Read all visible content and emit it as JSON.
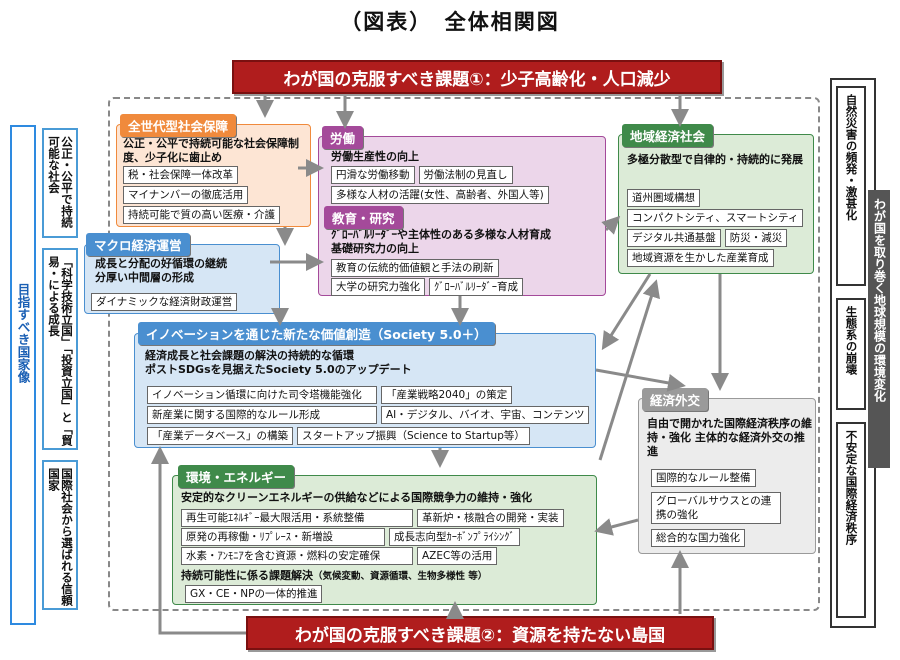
{
  "title": "（図表）　全体相関図",
  "challenge1": "わが国の克服すべき課題①：少子高齢化・人口減少",
  "challenge2": "わが国の克服すべき課題②：資源を持たない島国",
  "left_vertical_label": "目指すべき国家像",
  "left_goals": [
    "公正・公平で持続可能な社会",
    "「科学技術立国」「投資立国」と「貿易・による成長",
    "国際社会から選ばれる信頼国家"
  ],
  "right_vertical_label": "わが国を取り巻く地球規模の環境変化",
  "right_factors": [
    "自然災害の頻発・激甚化",
    "生態系の崩壊",
    "不安定な国際経済秩序"
  ],
  "social_security": {
    "header": "全世代型社会保障",
    "text": "公正・公平で持続可能な社会保障制度、少子化に歯止め",
    "items": [
      "税・社会保障一体改革",
      "マイナンバーの徹底活用",
      "持続可能で質の高い医療・介護"
    ]
  },
  "labor": {
    "header": "労働",
    "text": "労働生産性の向上",
    "items": [
      "円滑な労働移動",
      "労働法制の見直し",
      "多様な人材の活躍(女性、高齢者、外国人等)"
    ]
  },
  "education": {
    "header": "教育・研究",
    "text": "ｸﾞﾛｰﾊﾞﾙﾘｰﾀﾞｰや主体性のある多様な人材育成\n基礎研究力の向上",
    "items": [
      "教育の伝統的価値観と手法の刷新",
      "大学の研究力強化",
      "ｸﾞﾛｰﾊﾞﾙﾘｰﾀﾞｰ育成"
    ]
  },
  "regional": {
    "header": "地域経済社会",
    "text": "多極分散型で自律的・持続的に発展",
    "items": [
      "道州圏域構想",
      "コンパクトシティ、スマートシティ",
      "デジタル共通基盤",
      "防災・減災",
      "地域資源を生かした産業育成"
    ]
  },
  "macro": {
    "header": "マクロ経済運営",
    "text": "成長と分配の好循環の継続\n分厚い中間層の形成",
    "items": [
      "ダイナミックな経済財政運営"
    ]
  },
  "innovation": {
    "header": "イノベーションを通じた新たな価値創造（Society 5.0＋）",
    "text": "経済成長と社会課題の解決の持続的な循環\nポストSDGsを見据えたSociety 5.0のアップデート",
    "items": [
      "イノベーション循環に向けた司令塔機能強化",
      "「産業戦略2040」の策定",
      "新産業に関する国際的なルール形成",
      "AI・デジタル、バイオ、宇宙、コンテンツ",
      "「産業データベース」の構築",
      "スタートアップ振興（Science to Startup等）"
    ]
  },
  "diplomacy": {
    "header": "経済外交",
    "text": "自由で開かれた国際経済秩序の維持・強化\n主体的な経済外交の推進",
    "items": [
      "国際的なルール整備",
      "グローバルサウスとの連携の強化",
      "総合的な国力強化"
    ]
  },
  "energy": {
    "header": "環境・エネルギー",
    "text": "安定的なクリーンエネルギーの供給などによる国際競争力の維持・強化",
    "items": [
      "再生可能ｴﾈﾙｷﾞｰ最大限活用・系統整備",
      "革新炉・核融合の開発・実装",
      "原発の再稼働・ﾘﾌﾟﾚｰｽ・新増設",
      "成長志向型ｶｰﾎﾞﾝﾌﾟﾗｲｼﾝｸﾞ",
      "水素・ｱﾝﾓﾆｱを含む資源・燃料の安定確保",
      "AZEC等の活用"
    ],
    "text2": "持続可能性に係る課題解決",
    "text2_note": "（気候変動、資源循環、生物多様性 等）",
    "item_last": "GX・CE・NPの一体的推進"
  },
  "colors": {
    "red": "#b01d1d",
    "orange": "#f08a3c",
    "purple": "#a44a9a",
    "green": "#3f8a4a",
    "blue": "#4a8fd0",
    "gray": "#9a9a9a"
  }
}
